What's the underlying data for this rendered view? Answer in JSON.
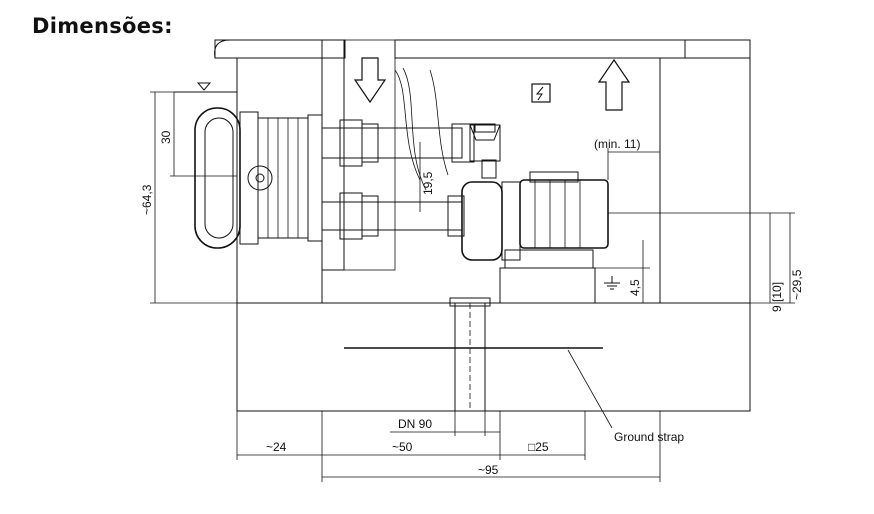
{
  "title": "Dimensões:",
  "dimensions": {
    "d30": "30",
    "d64": "~64,3",
    "d195": "19,5",
    "min11": "(min. 11)",
    "d45": "4,5",
    "d910": "9 [10]",
    "d295": "~29,5",
    "dn90": "DN 90",
    "d24": "~24",
    "d50": "~50",
    "d25": "□25",
    "d95": "~95"
  },
  "labels": {
    "ground_strap": "Ground strap"
  },
  "icons": {
    "flow_down": "arrow-down-icon",
    "flow_up": "arrow-up-icon",
    "electric": "lightning-icon",
    "ground": "ground-icon"
  }
}
